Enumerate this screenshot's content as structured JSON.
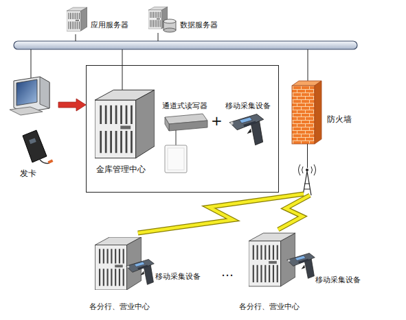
{
  "diagram": {
    "nodes": [
      {
        "text": [
          "应用服务器"
        ]
      },
      {
        "text": [
          "数据服务器"
        ]
      },
      {
        "text": [
          "发卡"
        ]
      },
      {
        "text": [
          "金库管理中心"
        ]
      },
      {
        "text": [
          "通道式读写器"
        ],
        "in": 3
      },
      {
        "text": [
          "移动采集设备"
        ],
        "in": 3
      },
      {
        "text": [
          "防火墙"
        ]
      },
      {
        "text": [
          "移动采集设备",
          "各分行、营业中心"
        ]
      },
      {
        "text": [
          "移动采集设备",
          "各分行、营业中心"
        ]
      }
    ],
    "edges": [
      {
        "from": 2,
        "to": 3,
        "arrow": "to"
      },
      {
        "from": 6,
        "to": 7,
        "arrow": "none"
      },
      {
        "from": 6,
        "to": 8,
        "arrow": "none"
      }
    ],
    "labels": [
      "+",
      "…"
    ]
  }
}
